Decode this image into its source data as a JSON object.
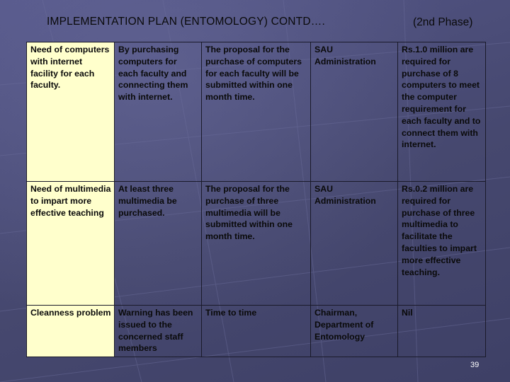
{
  "slide": {
    "title": "IMPLEMENTATION PLAN (ENTOMOLOGY) CONTD….",
    "phase": "(2nd Phase)",
    "page_number": "39"
  },
  "rows": [
    {
      "need": "Need of computers with internet facility for each faculty.",
      "action": "By purchasing computers for each faculty and connecting them with internet.",
      "timeline": "The proposal for the purchase of computers for each faculty will be submitted within one month time.",
      "responsibility": "SAU Administration",
      "cost": "Rs.1.0 million are required for purchase of 8 computers to meet the computer requirement for each faculty and to connect them with internet."
    },
    {
      "need": "Need of multimedia to impart more effective teaching",
      "action": "At least three multimedia be purchased.",
      "timeline": "The proposal for the purchase of three multimedia will be submitted within one month time.",
      "responsibility": "SAU Administration",
      "cost": "Rs.0.2 million are required for purchase of three multimedia to facilitate the faculties to impart more effective teaching."
    },
    {
      "need": "Cleanness problem",
      "action": "Warning has been issued to the concerned staff members",
      "timeline": "Time to time",
      "responsibility": "Chairman, Department of Entomology",
      "cost": "Nil"
    }
  ]
}
